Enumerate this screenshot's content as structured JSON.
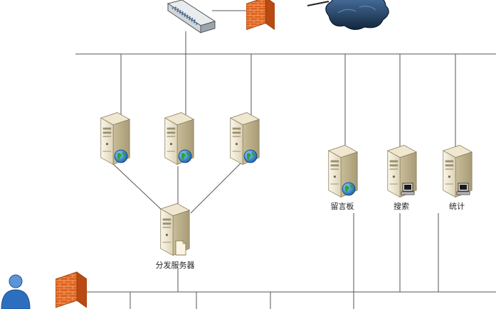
{
  "nodes": {
    "web_servers": [
      {
        "icon": "globe-icon"
      },
      {
        "icon": "globe-icon"
      },
      {
        "icon": "globe-icon"
      }
    ],
    "services": [
      {
        "label": "留言板",
        "icon": "globe-icon"
      },
      {
        "label": "搜索",
        "icon": "terminal-icon"
      },
      {
        "label": "统计",
        "icon": "terminal-icon"
      }
    ],
    "dispatch_server": {
      "label": "分发服务器",
      "icon": "document-icon"
    }
  },
  "colors": {
    "firewall": "#e0641e",
    "cloud": "#1f3f66",
    "server_body": "#f0ead7",
    "line": "#555555",
    "user": "#2d6fbf"
  }
}
